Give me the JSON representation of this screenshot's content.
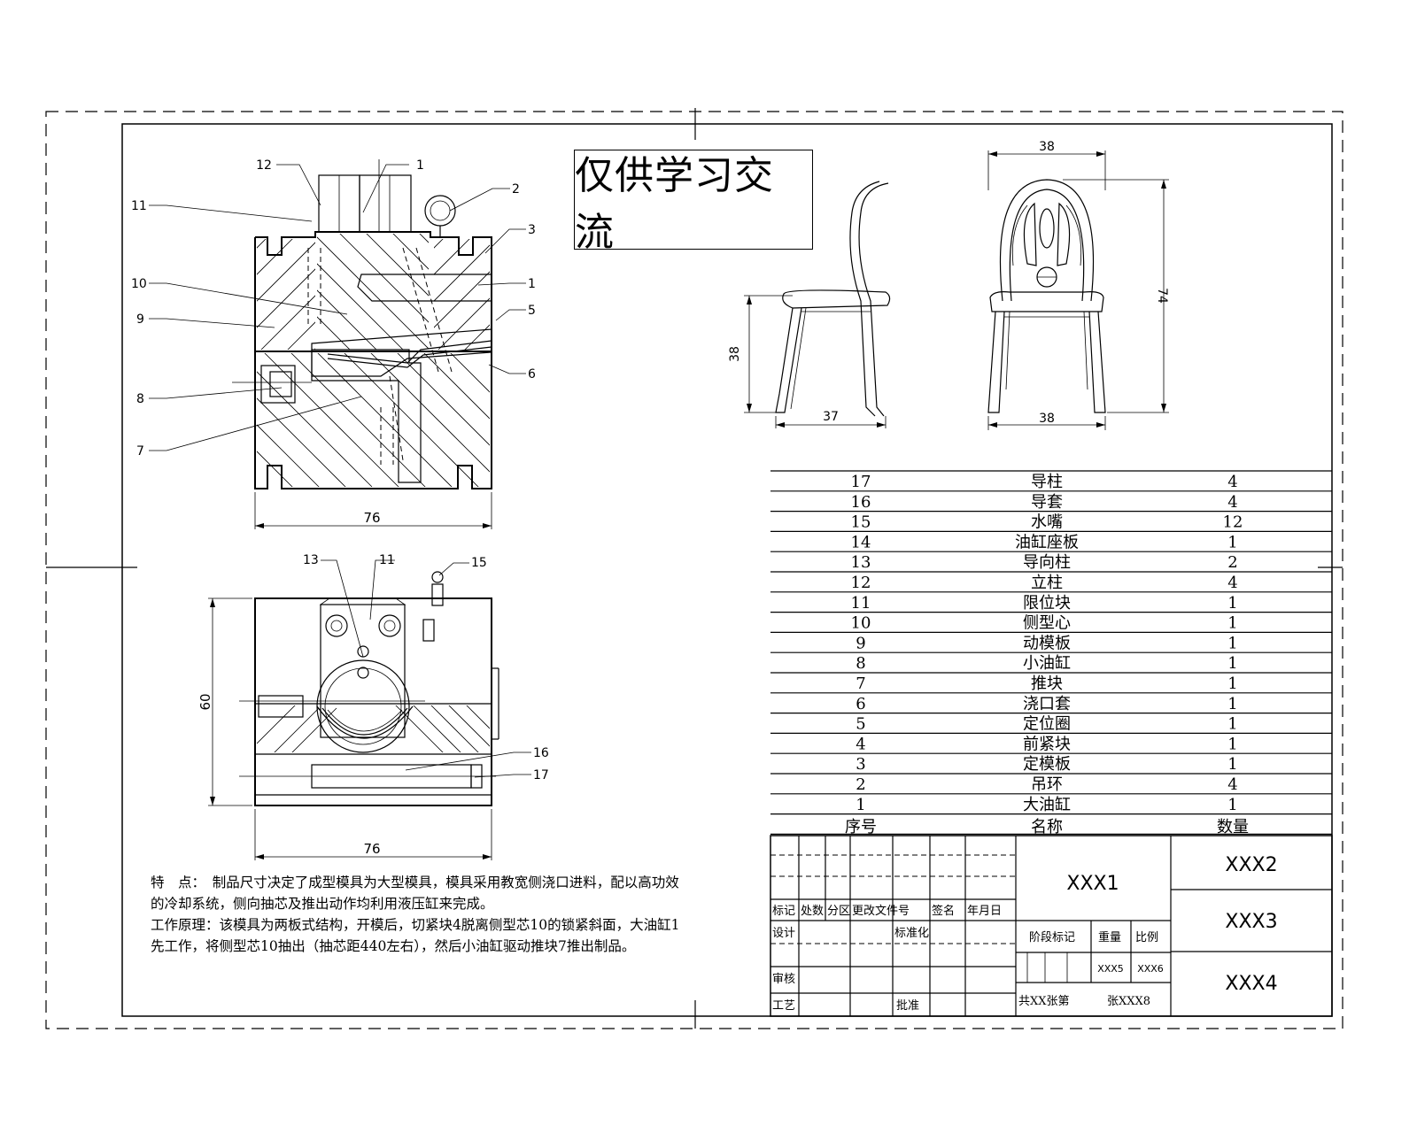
{
  "watermark": "仅供学习交流",
  "notes": {
    "features": "特　点：　制品尺寸决定了成型模具为大型模具，模具采用教宽侧浇口进料，配以高功效的冷却系统，侧向抽芯及推出动作均利用液压缸来完成。",
    "principle": "工作原理：该模具为两板式结构，开模后，切紧块4脱离侧型芯10的锁紧斜面，大油缸1先工作，将侧型芯10抽出（抽芯距440左右），然后小油缸驱动推块7推出制品。"
  },
  "dimensions": {
    "top_width": "76",
    "bottom_width": "76",
    "bottom_height": "60",
    "chair_side_height": "38",
    "chair_side_depth": "37",
    "chair_front_top": "38",
    "chair_front_bottom": "38",
    "chair_front_height": "74"
  },
  "balloons": {
    "top": [
      "12",
      "1",
      "2",
      "3",
      "11",
      "1",
      "10",
      "5",
      "9",
      "6",
      "8",
      "7"
    ],
    "bottom": [
      "13",
      "11",
      "15",
      "16",
      "17"
    ]
  },
  "parts_header": {
    "no": "序号",
    "name": "名称",
    "qty": "数量"
  },
  "parts": [
    {
      "no": "17",
      "name": "导柱",
      "qty": "4"
    },
    {
      "no": "16",
      "name": "导套",
      "qty": "4"
    },
    {
      "no": "15",
      "name": "水嘴",
      "qty": "12"
    },
    {
      "no": "14",
      "name": "油缸座板",
      "qty": "1"
    },
    {
      "no": "13",
      "name": "导向柱",
      "qty": "2"
    },
    {
      "no": "12",
      "name": "立柱",
      "qty": "4"
    },
    {
      "no": "11",
      "name": "限位块",
      "qty": "1"
    },
    {
      "no": "10",
      "name": "侧型心",
      "qty": "1"
    },
    {
      "no": "9",
      "name": "动模板",
      "qty": "1"
    },
    {
      "no": "8",
      "name": "小油缸",
      "qty": "1"
    },
    {
      "no": "7",
      "name": "推块",
      "qty": "1"
    },
    {
      "no": "6",
      "name": "浇口套",
      "qty": "1"
    },
    {
      "no": "5",
      "name": "定位圈",
      "qty": "1"
    },
    {
      "no": "4",
      "name": "前紧块",
      "qty": "1"
    },
    {
      "no": "3",
      "name": "定模板",
      "qty": "1"
    },
    {
      "no": "2",
      "name": "吊环",
      "qty": "4"
    },
    {
      "no": "1",
      "name": "大油缸",
      "qty": "1"
    }
  ],
  "title_block": {
    "mark": "标记",
    "count": "处数",
    "zone": "分区",
    "change_doc": "更改文件号",
    "sign": "签名",
    "date": "年月日",
    "design": "设计",
    "standard": "标准化",
    "stage": "阶段标记",
    "weight": "重量",
    "scale": "比例",
    "review": "审核",
    "process": "工艺",
    "approve": "批准",
    "sheets": "共XX张第",
    "sheet_no": "张XXX8",
    "name": "XXX1",
    "code1": "XXX2",
    "code2": "XXX3",
    "code3": "XXX4",
    "weight_val": "XXX5",
    "scale_val": "XXX6"
  }
}
